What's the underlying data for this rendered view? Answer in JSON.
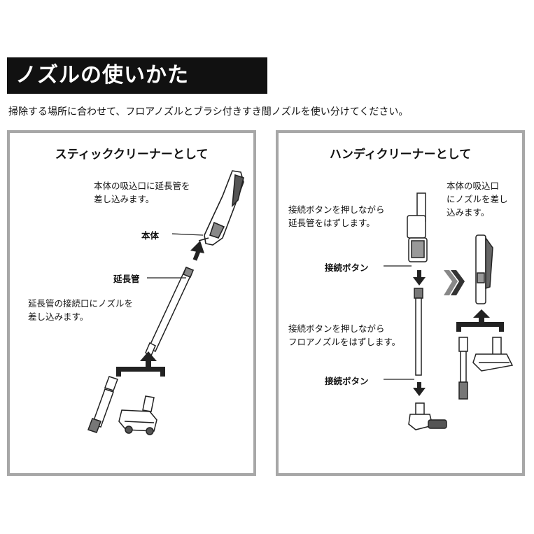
{
  "header": {
    "title": "ノズルの使いかた"
  },
  "intro": "掃除する場所に合わせて、フロアノズルとブラシ付きすき間ノズルを使い分けてください。",
  "stick_panel": {
    "title": "スティッククリーナーとして",
    "note_body_1": "本体の吸込口に延長管を",
    "note_body_2": "差し込みます。",
    "label_body": "本体",
    "label_pipe": "延長管",
    "note_nozzle_1": "延長管の接続口にノズルを",
    "note_nozzle_2": "差し込みます。"
  },
  "handy_panel": {
    "title": "ハンディクリーナーとして",
    "note_release_pipe_1": "接続ボタンを押しながら",
    "note_release_pipe_2": "延長管をはずします。",
    "label_button_1": "接続ボタン",
    "note_release_floor_1": "接続ボタンを押しながら",
    "note_release_floor_2": "フロアノズルをはずします。",
    "label_button_2": "接続ボタン",
    "note_attach_1": "本体の吸込口",
    "note_attach_2": "にノズルを差し",
    "note_attach_3": "込みます。"
  }
}
